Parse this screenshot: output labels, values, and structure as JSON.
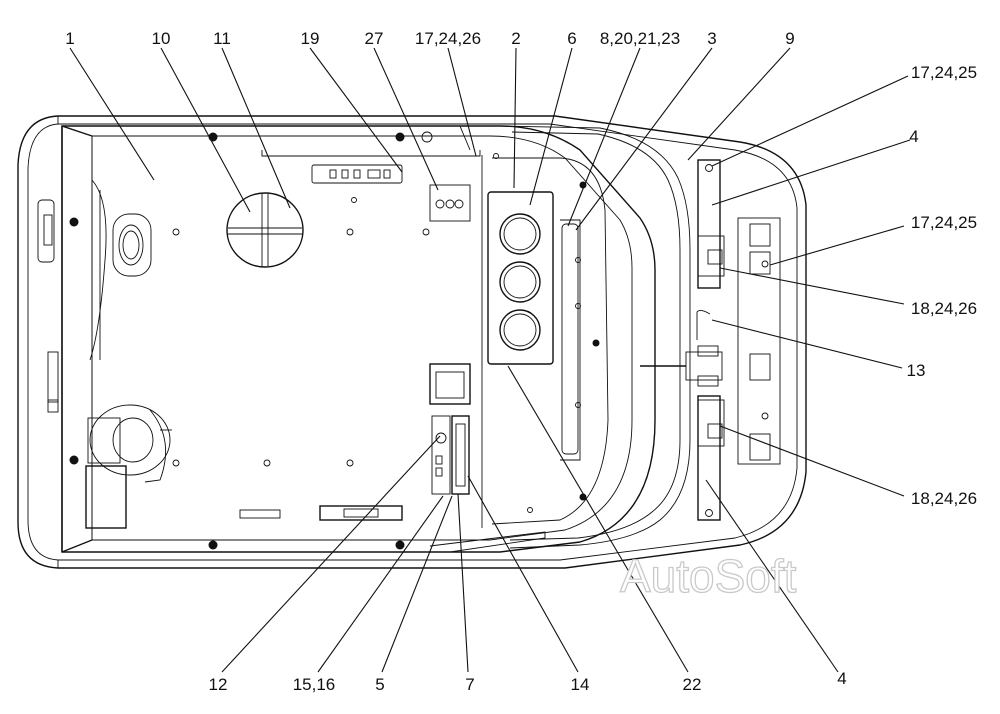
{
  "callouts": {
    "c1": "1",
    "c10": "10",
    "c11": "11",
    "c19": "19",
    "c27": "27",
    "c17_24_26": "17,24,26",
    "c2": "2",
    "c6": "6",
    "c8_20_21_23": "8,20,21,23",
    "c3": "3",
    "c9": "9",
    "c17_24_25_a": "17,24,25",
    "c4_top": "4",
    "c17_24_25_b": "17,24,25",
    "c18_24_26_a": "18,24,26",
    "c13": "13",
    "c18_24_26_b": "18,24,26",
    "c4_bottom": "4",
    "c12": "12",
    "c15_16": "15,16",
    "c5": "5",
    "c7": "7",
    "c14": "14",
    "c22": "22"
  },
  "watermark": "AutoSoft"
}
